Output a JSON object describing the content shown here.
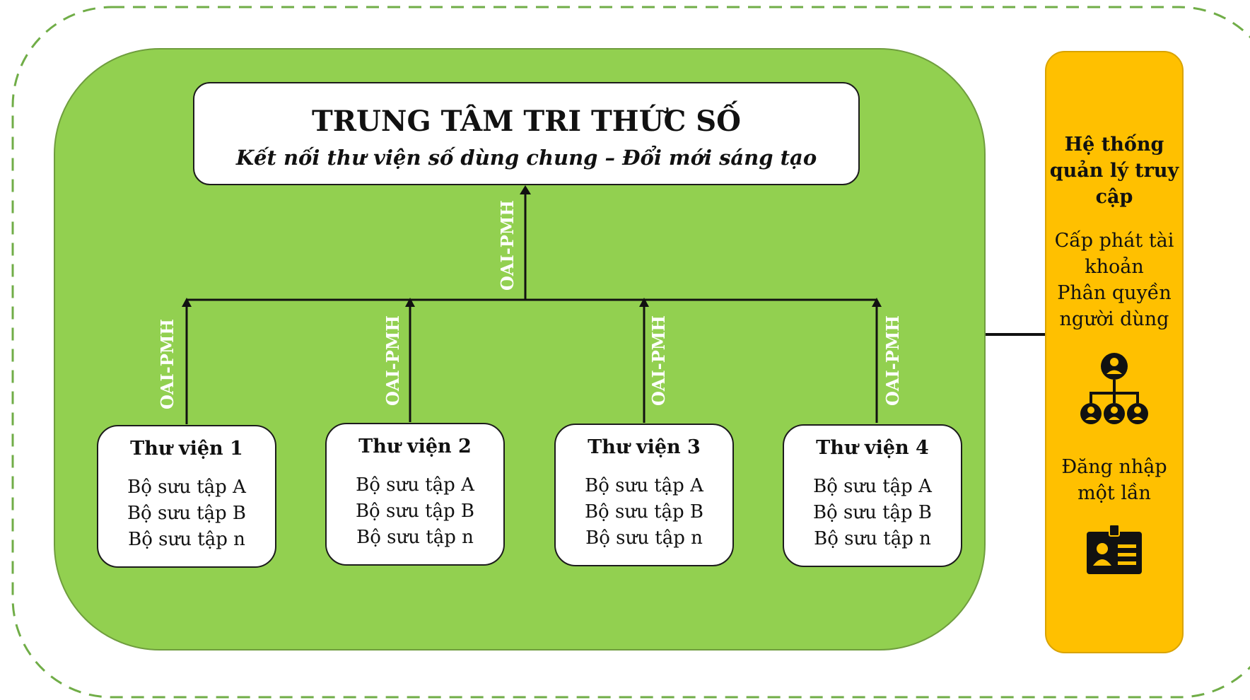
{
  "center": {
    "title": "TRUNG TÂM TRI THỨC SỐ",
    "subtitle": "Kết nối thư viện số dùng chung – Đổi mới sáng tạo"
  },
  "protocol_label": "OAI-PMH",
  "libraries": [
    {
      "name": "Thư viện 1",
      "collections": [
        "Bộ sưu tập A",
        "Bộ sưu tập B",
        "Bộ sưu tập n"
      ]
    },
    {
      "name": "Thư viện 2",
      "collections": [
        "Bộ sưu tập A",
        "Bộ sưu tập B",
        "Bộ sưu tập n"
      ]
    },
    {
      "name": "Thư viện 3",
      "collections": [
        "Bộ sưu tập A",
        "Bộ sưu tập B",
        "Bộ sưu tập n"
      ]
    },
    {
      "name": "Thư viện 4",
      "collections": [
        "Bộ sưu tập A",
        "Bộ sưu tập B",
        "Bộ sưu tập n"
      ]
    }
  ],
  "access_system": {
    "title": "Hệ thống quản lý truy cập",
    "account_provisioning": "Cấp phát tài khoản",
    "user_permissions": "Phân quyền người dùng",
    "single_sign_on": "Đăng nhập một lần",
    "icons": [
      "user-hierarchy-icon",
      "id-badge-icon"
    ]
  },
  "colors": {
    "green_panel": "#92d050",
    "access_panel": "#ffc000",
    "dashed_border": "#70ad47",
    "box_background": "#ffffff",
    "lines": "#111111"
  }
}
